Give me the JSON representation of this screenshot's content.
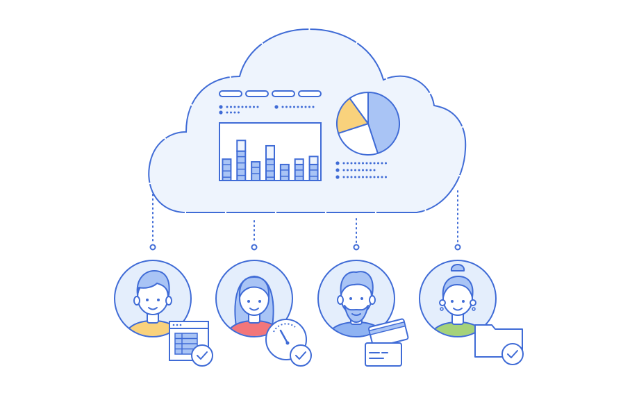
{
  "colors": {
    "stroke": "#3F6BD6",
    "cloud_fill": "#EEF4FD",
    "bar_fill": "#A9C4F5",
    "pie_blue": "#A9C4F5",
    "pie_yellow": "#F9D27C",
    "shirt_yellow": "#F9D27C",
    "shirt_red": "#F2767A",
    "shirt_blue": "#8FB3F2",
    "shirt_green": "#A5D27A",
    "avatar_bg": "#E4EEFC",
    "skin": "#FFFFFF"
  },
  "illustration": {
    "subject": "cloud-dashboard-connected-users",
    "icons": [
      "cloud-icon",
      "bar-chart-icon",
      "pie-chart-icon",
      "user-avatar-icon",
      "spreadsheet-icon",
      "gauge-icon",
      "credit-card-icon",
      "folder-icon",
      "checkmark-icon"
    ]
  },
  "chart_data": [
    {
      "type": "bar",
      "stacked": true,
      "categories": [
        "",
        "",
        "",
        "",
        "",
        "",
        ""
      ],
      "series": [
        {
          "values": [
            40,
            55,
            35,
            40,
            30,
            30,
            30
          ]
        },
        {
          "values": [
            0,
            20,
            0,
            25,
            0,
            10,
            15
          ]
        }
      ],
      "ylim": [
        0,
        100
      ],
      "grid": false,
      "legend": "none"
    },
    {
      "type": "pie",
      "values": [
        45,
        25,
        20,
        10
      ],
      "slice_colors": [
        "blue",
        "white",
        "yellow",
        "white"
      ]
    }
  ]
}
